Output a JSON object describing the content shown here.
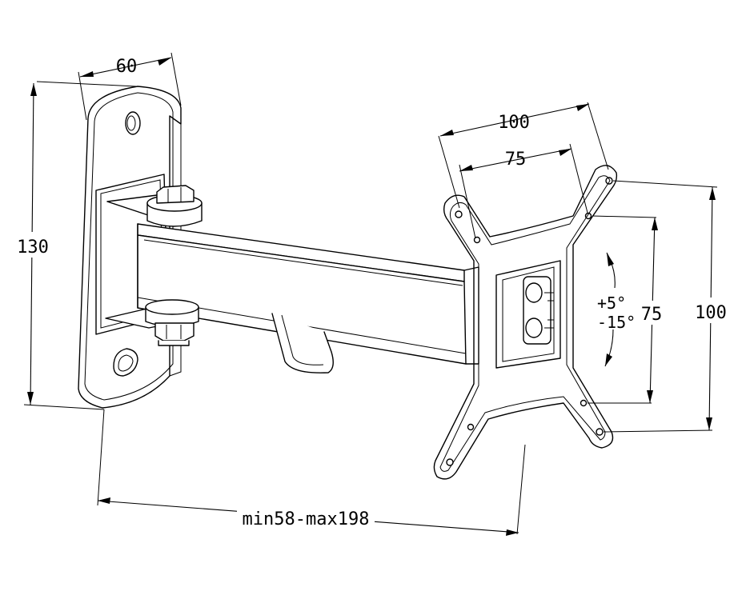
{
  "dimensions": {
    "wall_plate_width": "60",
    "wall_plate_height": "130",
    "vesa_outer_width": "100",
    "vesa_inner_width": "75",
    "vesa_outer_height": "100",
    "vesa_inner_height": "75",
    "extension_range": "min58-max198"
  },
  "tilt": {
    "up": "+5°",
    "down": "-15°"
  }
}
